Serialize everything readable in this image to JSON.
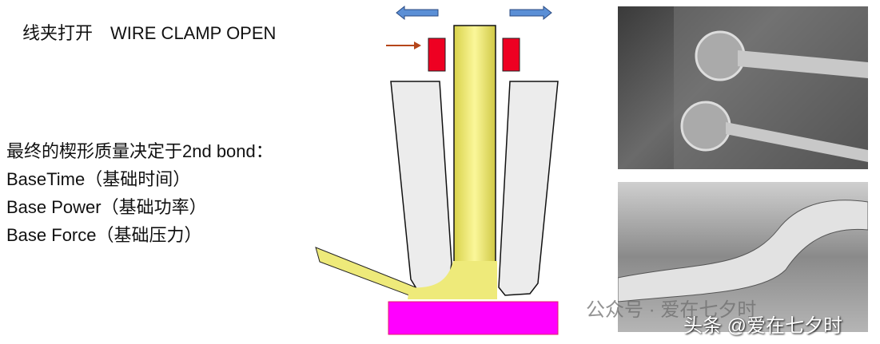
{
  "title": "线夹打开　WIRE CLAMP OPEN",
  "lines": [
    "最终的楔形质量决定于2nd bond：",
    "BaseTime（基础时间）",
    "Base Power（基础功率）",
    "Base Force（基础压力）"
  ],
  "watermark": {
    "wechat": "公众号 · 爱在七夕时",
    "toutiao": "头条 @爱在七夕时"
  },
  "colors": {
    "wire": "#f5f08a",
    "clamp": "#ee0022",
    "substrate": "#ff00ff",
    "arrow": "#5b8fd6"
  }
}
